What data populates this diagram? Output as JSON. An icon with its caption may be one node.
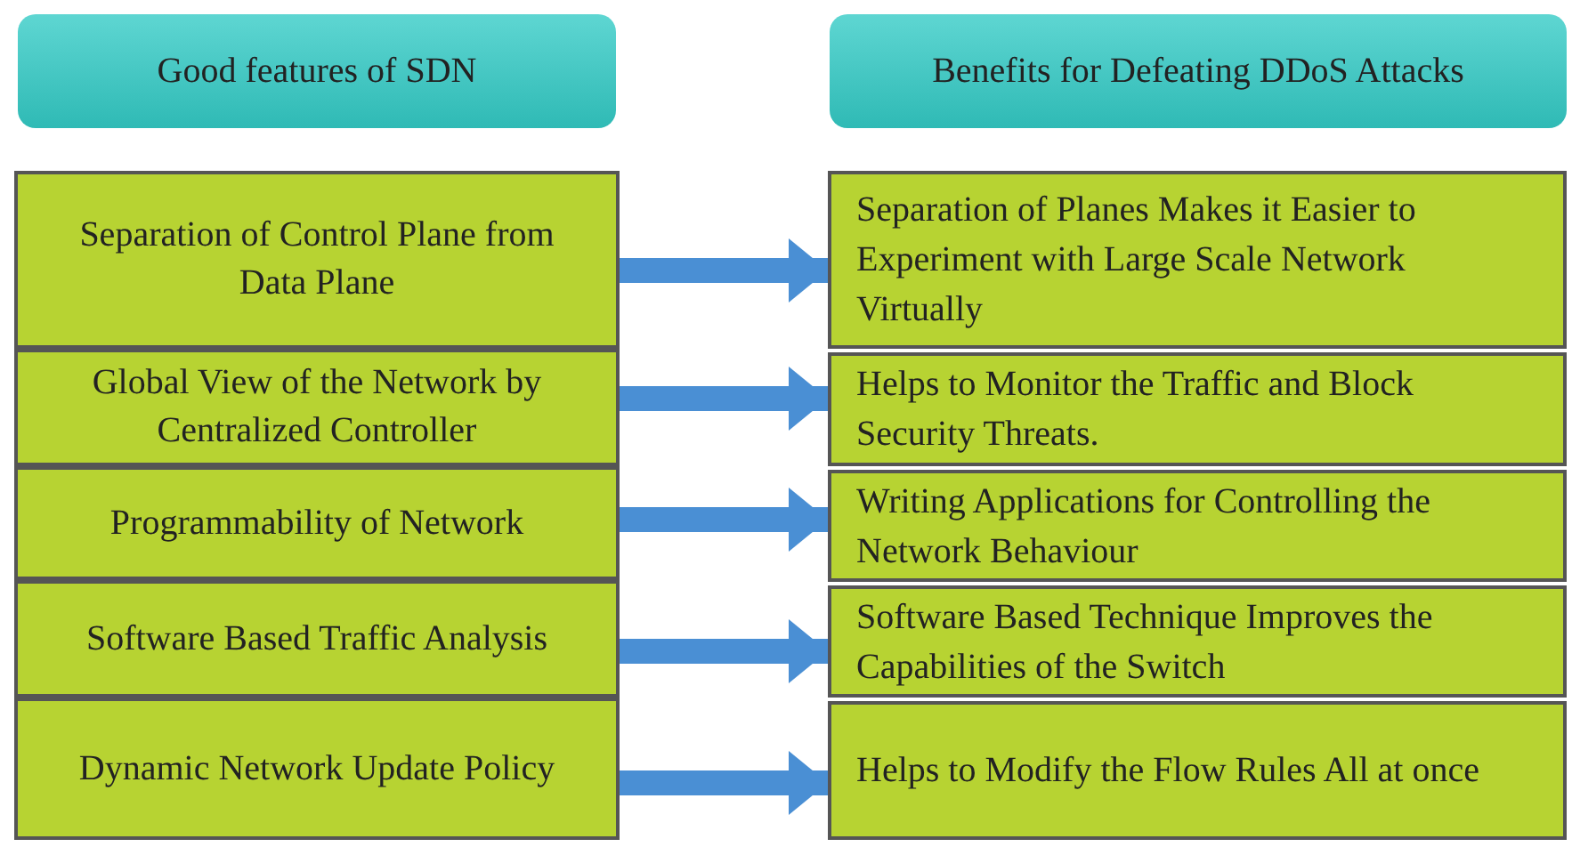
{
  "diagram": {
    "nodes": [
      {
        "text": [
          "Good features of SDN"
        ]
      },
      {
        "text": [
          "Benefits for Defeating DDoS Attacks"
        ]
      },
      {
        "text": [
          "Separation of Control Plane from Data Plane"
        ]
      },
      {
        "text": [
          "Separation of Planes Makes it Easier to Experiment with Large Scale Network Virtually"
        ]
      },
      {
        "text": [
          "Global View of the Network by Centralized Controller"
        ]
      },
      {
        "text": [
          "Helps to Monitor the Traffic and Block Security Threats."
        ]
      },
      {
        "text": [
          "Programmability of Network"
        ]
      },
      {
        "text": [
          "Writing Applications for Controlling the Network Behaviour"
        ]
      },
      {
        "text": [
          "Software Based Traffic Analysis"
        ]
      },
      {
        "text": [
          "Software Based Technique Improves the Capabilities of the Switch"
        ]
      },
      {
        "text": [
          "Dynamic Network Update Policy"
        ]
      },
      {
        "text": [
          "Helps to Modify the Flow Rules All at once"
        ]
      }
    ],
    "edges": [
      {
        "from": 2,
        "to": 3,
        "arrow": "to"
      },
      {
        "from": 4,
        "to": 5,
        "arrow": "to"
      },
      {
        "from": 6,
        "to": 7,
        "arrow": "to"
      },
      {
        "from": 8,
        "to": 9,
        "arrow": "to"
      },
      {
        "from": 10,
        "to": 11,
        "arrow": "to"
      }
    ]
  }
}
